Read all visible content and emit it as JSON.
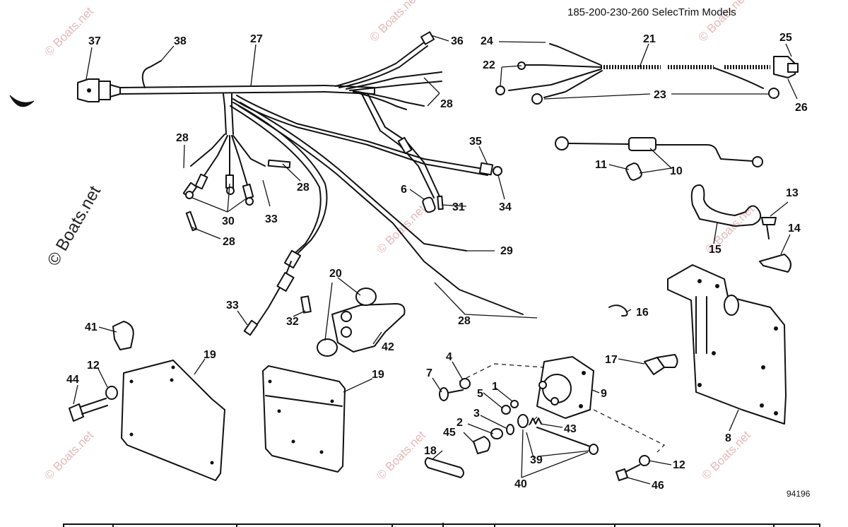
{
  "header": {
    "models": "185-200-230-260 SelecTrim Models"
  },
  "figure_number": "94196",
  "watermark": {
    "text": "© Boats.net"
  },
  "callouts": {
    "c1": "1",
    "c2": "2",
    "c3": "3",
    "c4": "4",
    "c5": "5",
    "c6": "6",
    "c7": "7",
    "c8": "8",
    "c9": "9",
    "c10": "10",
    "c11": "11",
    "c12a": "12",
    "c12b": "12",
    "c13": "13",
    "c14": "14",
    "c15": "15",
    "c16": "16",
    "c17": "17",
    "c18": "18",
    "c19a": "19",
    "c19b": "19",
    "c20": "20",
    "c21": "21",
    "c22": "22",
    "c23": "23",
    "c24": "24",
    "c25": "25",
    "c26": "26",
    "c27": "27",
    "c28a": "28",
    "c28b": "28",
    "c28c": "28",
    "c28d": "28",
    "c28e": "28",
    "c29": "29",
    "c30": "30",
    "c31": "31",
    "c32": "32",
    "c33a": "33",
    "c33b": "33",
    "c34": "34",
    "c35": "35",
    "c36": "36",
    "c37": "37",
    "c38": "38",
    "c39": "39",
    "c40": "40",
    "c41": "41",
    "c42": "42",
    "c43": "43",
    "c44": "44",
    "c45": "45",
    "c46": "46"
  }
}
